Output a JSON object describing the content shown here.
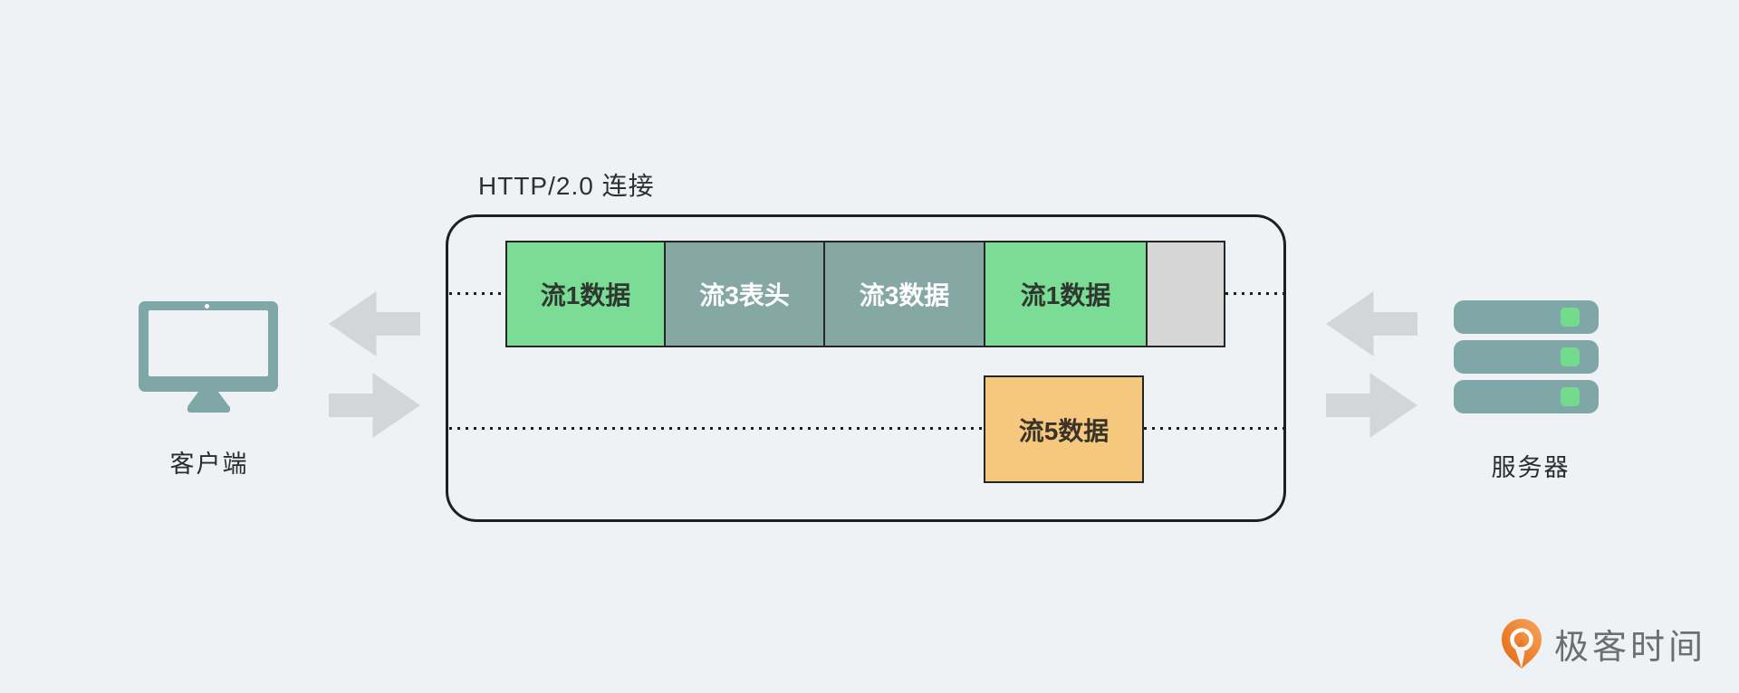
{
  "page": {
    "background_color": "#eff2f4"
  },
  "diagram": {
    "title": "HTTP/2.0 连接",
    "client": {
      "label": "客户端"
    },
    "server": {
      "label": "服务器"
    },
    "frames_row": [
      {
        "label": "流1数据",
        "kind": "stream1-data",
        "color": "#7bdc96"
      },
      {
        "label": "流3表头",
        "kind": "stream3-headers",
        "color": "#85a8a4"
      },
      {
        "label": "流3数据",
        "kind": "stream3-data",
        "color": "#85a8a4"
      },
      {
        "label": "流1数据",
        "kind": "stream1-data",
        "color": "#7bdc96"
      },
      {
        "label": "",
        "kind": "empty-slot",
        "color": "#d6d6d6"
      }
    ],
    "frame_stream5": {
      "label": "流5数据",
      "color": "#f5c87e"
    },
    "colors": {
      "connection_border": "#1f1f1f",
      "arrow_gray": "#d3d6d7",
      "device_teal": "#7fa7a7",
      "indicator_green": "#73dc8c",
      "text_dark": "#2e2e2e",
      "text_light": "#ffffff"
    }
  },
  "footer": {
    "logo_text": "极客时间",
    "logo_accent": "#ee7c2e"
  }
}
